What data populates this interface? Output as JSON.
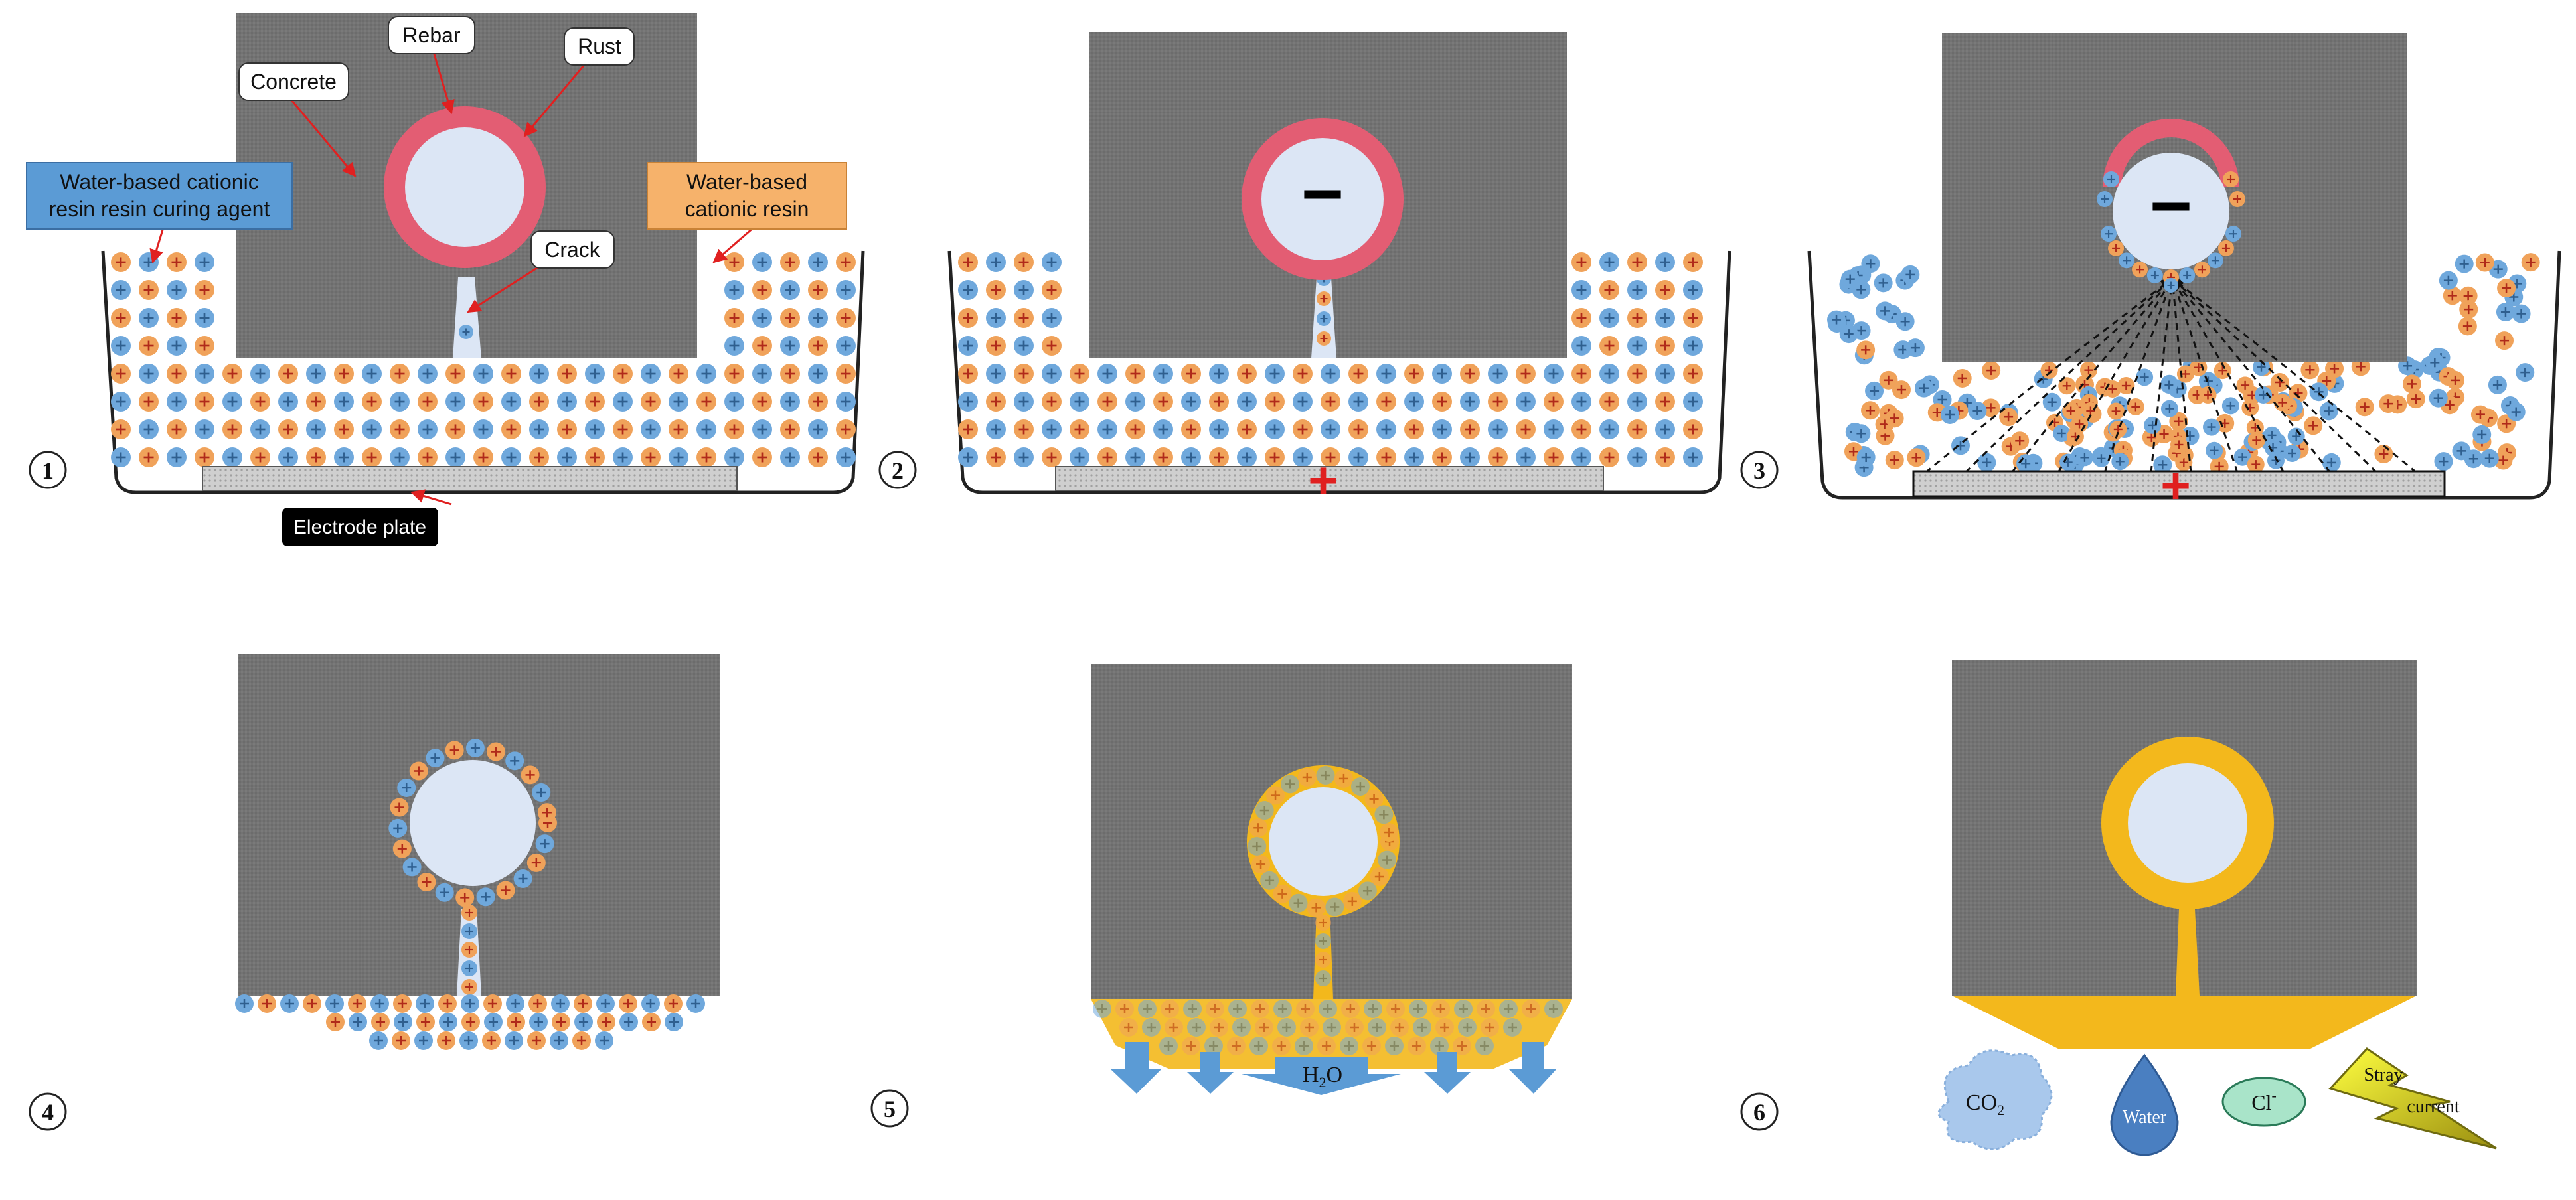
{
  "labels": {
    "rebar": "Rebar",
    "rust": "Rust",
    "concrete": "Concrete",
    "crack": "Crack",
    "curing_agent": [
      "Water-based cationic",
      "resin resin curing agent"
    ],
    "cationic_resin": [
      "Water-based",
      "cationic resin"
    ],
    "electrode_plate": "Electrode plate"
  },
  "steps": [
    "1",
    "2",
    "3",
    "4",
    "5",
    "6"
  ],
  "signs": {
    "negative": "−",
    "positive": "+"
  },
  "water_label": {
    "main": "H",
    "sub": "2",
    "tail": "O"
  },
  "threats": {
    "co2": {
      "main": "CO",
      "sub": "2"
    },
    "water": "Water",
    "chloride": {
      "main": "Cl",
      "sup": "-"
    },
    "stray": [
      "Stray",
      "current"
    ]
  },
  "colors": {
    "concrete": "#737373",
    "rebar": "#dce6f5",
    "rust": "#e35d73",
    "anion_particle": "#6fa8dc",
    "cation_particle": "#f0a25a",
    "cured_resin": "#f3b81c",
    "electrode": "#c8c8c8",
    "label_blue": "#5b9bd5",
    "label_orange": "#f6b26b",
    "arrow_red": "#e02020",
    "arrow_blue": "#5b9bd5"
  }
}
